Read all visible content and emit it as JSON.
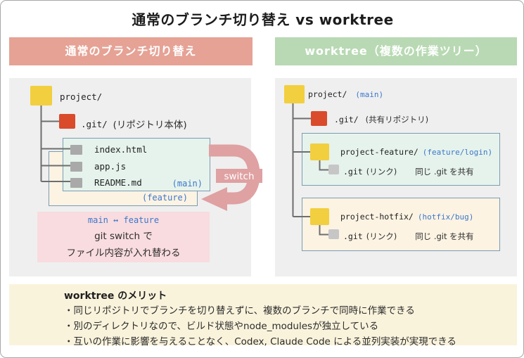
{
  "title": "通常のブランチ切り替え vs worktree",
  "left": {
    "header": "通常のブランチ切り替え",
    "root_label": "project/",
    "git_label": ".git/",
    "git_note": "(リポジトリ本体)",
    "files": {
      "f1": "index.html",
      "f2": "app.js",
      "f3": "README.md"
    },
    "main_badge": "(main)",
    "feature_badge": "(feature)",
    "switch_label": "switch",
    "note_line1": "main ↔ feature",
    "note_line2": "git switch で",
    "note_line3": "ファイル内容が入れ替わる"
  },
  "right": {
    "header": "worktree（複数の作業ツリー）",
    "root_label": "project/",
    "root_badge": "(main)",
    "git_label": ".git/",
    "git_note": "(共有リポジトリ)",
    "worktrees": [
      {
        "name": "project-feature/",
        "badge": "(feature/login)",
        "git_label": ".git",
        "git_note": "(リンク)",
        "share_note": "同じ .git を共有"
      },
      {
        "name": "project-hotfix/",
        "badge": "(hotfix/bug)",
        "git_label": ".git",
        "git_note": "(リンク)",
        "share_note": "同じ .git を共有"
      }
    ]
  },
  "footer": {
    "title": "worktree のメリット",
    "bullets": [
      "・同じリポジトリでブランチを切り替えずに、複数のブランチで同時に作業できる",
      "・別のディレクトリなので、ビルド状態やnode_modulesが独立している",
      "・互いの作業に影響を与えることなく、Codex, Claude Code による並列実装が実現できる"
    ]
  },
  "colors": {
    "header_left": "#E5A295",
    "header_right": "#B8D9B3",
    "panel_bg": "#EFEFEF",
    "folder_yellow": "#F2CF3E",
    "folder_red": "#D94B2B",
    "file_gray": "#A9A9A9",
    "link_gray": "#C6C6C6",
    "box_border": "#7B9CB3",
    "mint_bg": "#E6F3EC",
    "cream_bg": "#FCF3E3",
    "code_blue": "#3B77CB",
    "note_pink": "#F9DCDF",
    "arrow_pink": "#DFA1A2",
    "footer_bg": "#FAF3DC",
    "tree_line": "#6E6E6E"
  }
}
